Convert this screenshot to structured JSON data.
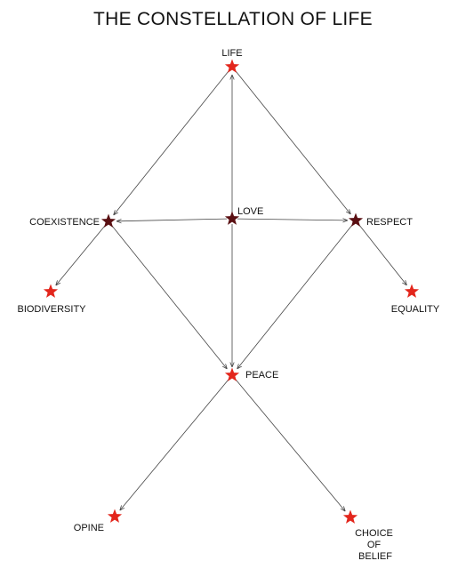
{
  "title": "THE CONSTELLATION OF LIFE",
  "colors": {
    "star_red": "#e3261c",
    "star_dark": "#5a0f12",
    "line": "#444444",
    "text": "#111111"
  },
  "nodes": {
    "life": {
      "label": "LIFE",
      "star": "red"
    },
    "love": {
      "label": "LOVE",
      "star": "dark"
    },
    "coexistence": {
      "label": "COEXISTENCE",
      "star": "dark"
    },
    "respect": {
      "label": "RESPECT",
      "star": "dark"
    },
    "biodiversity": {
      "label": "BIODIVERSITY",
      "star": "red"
    },
    "equality": {
      "label": "EQUALITY",
      "star": "red"
    },
    "peace": {
      "label": "PEACE",
      "star": "red"
    },
    "opine": {
      "label": "OPINE",
      "star": "red"
    },
    "choice": {
      "label_lines": [
        "CHOICE",
        "OF",
        "BELIEF"
      ],
      "star": "red"
    }
  },
  "edges": [
    {
      "from": "life",
      "to": "coexistence"
    },
    {
      "from": "life",
      "to": "respect"
    },
    {
      "from": "love",
      "to": "life"
    },
    {
      "from": "love",
      "to": "peace"
    },
    {
      "from": "love",
      "to": "coexistence"
    },
    {
      "from": "love",
      "to": "respect"
    },
    {
      "from": "coexistence",
      "to": "biodiversity"
    },
    {
      "from": "coexistence",
      "to": "peace"
    },
    {
      "from": "respect",
      "to": "equality"
    },
    {
      "from": "respect",
      "to": "peace"
    },
    {
      "from": "peace",
      "to": "opine"
    },
    {
      "from": "peace",
      "to": "choice"
    }
  ]
}
